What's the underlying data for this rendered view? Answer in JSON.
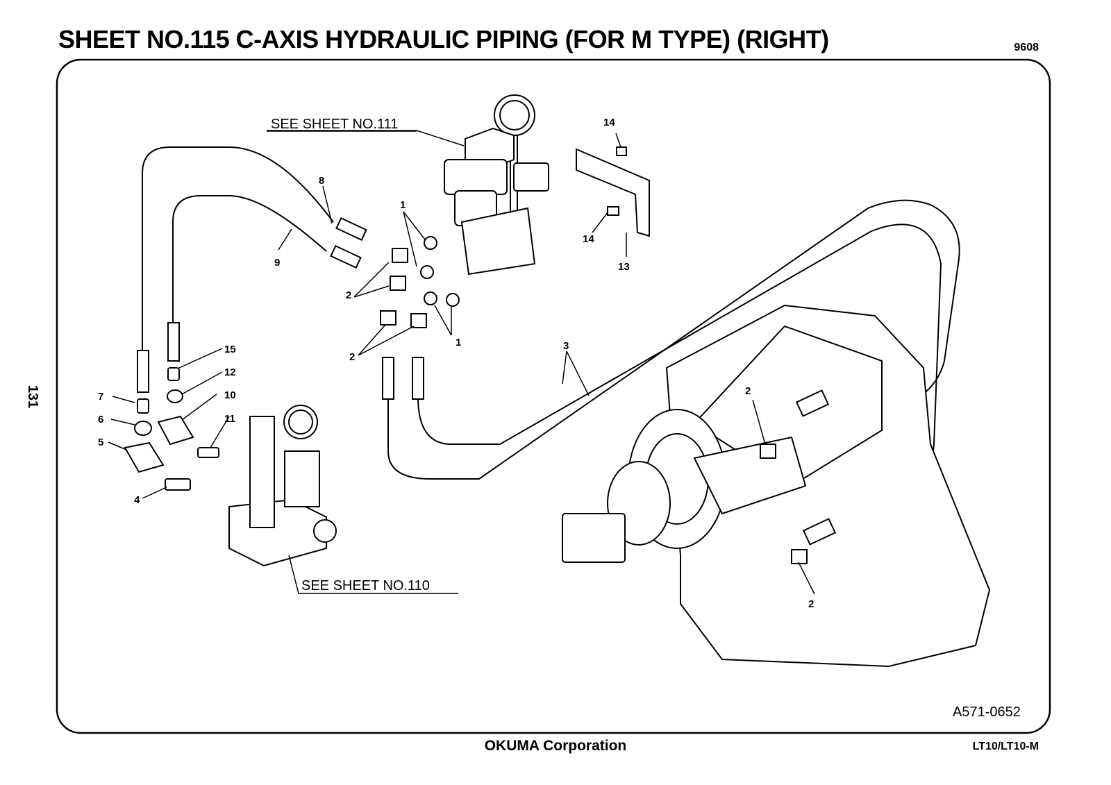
{
  "sheet": {
    "title": "SHEET NO.115  C-AXIS HYDRAULIC PIPING (FOR M TYPE) (RIGHT)",
    "code": "9608",
    "page_number": "131",
    "drawing_no": "A571-0652",
    "company": "OKUMA Corporation",
    "model": "LT10/LT10-M"
  },
  "references": {
    "upper": "SEE SHEET NO.111",
    "lower": "SEE SHEET NO.110"
  },
  "callouts": {
    "c1a": "1",
    "c1b": "1",
    "c2a": "2",
    "c2b": "2",
    "c2c": "2",
    "c2d": "2",
    "c3": "3",
    "c4": "4",
    "c5": "5",
    "c6": "6",
    "c7": "7",
    "c8": "8",
    "c9": "9",
    "c10": "10",
    "c11": "11",
    "c12": "12",
    "c13": "13",
    "c14a": "14",
    "c14b": "14",
    "c15": "15"
  }
}
